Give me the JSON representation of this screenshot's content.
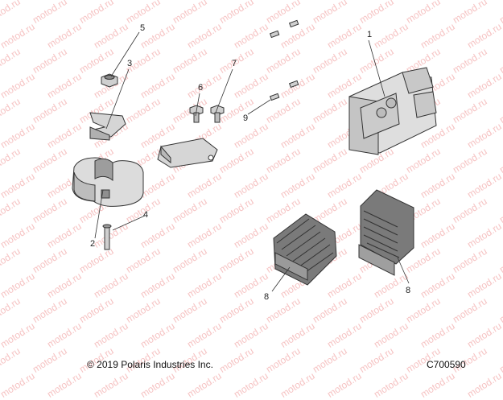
{
  "watermark_text": "motod.ru",
  "callouts": [
    "1",
    "2",
    "3",
    "4",
    "5",
    "6",
    "7",
    "8",
    "9"
  ],
  "footer": {
    "copyright": "© 2019 Polaris Industries Inc.",
    "drawing_id": "C700590"
  },
  "colors": {
    "part_fill": "#d8d8d8",
    "part_shade": "#a9a9a9",
    "watermark": "#f6c3c3",
    "line": "#333333"
  }
}
